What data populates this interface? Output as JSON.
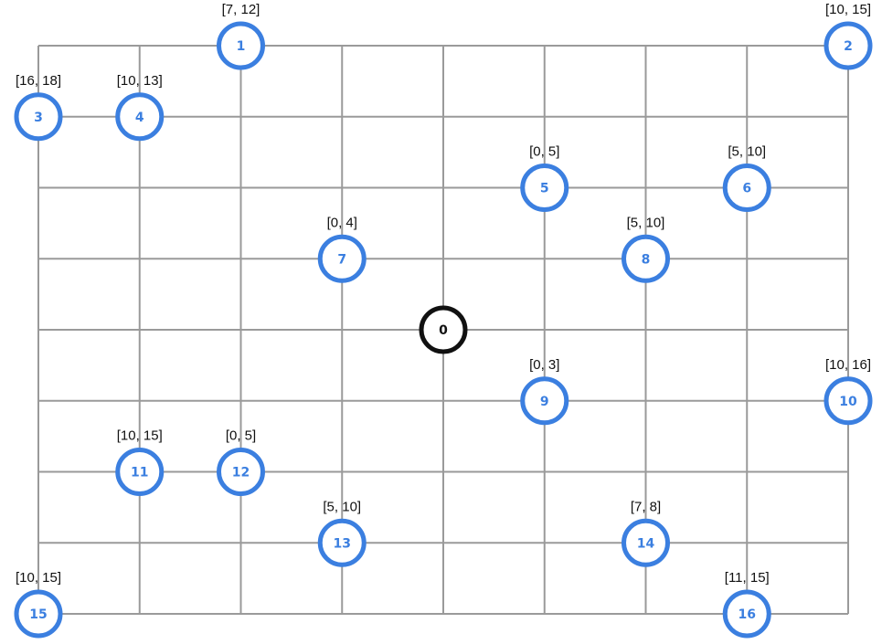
{
  "colors": {
    "customer": "#3b7fe0",
    "depot": "#111111",
    "grid": "#9a9a9a"
  },
  "grid": {
    "cols": 9,
    "rows": 9
  },
  "nodes": [
    {
      "id": "0",
      "col": 4,
      "row": 4,
      "window": "",
      "depot": true
    },
    {
      "id": "1",
      "col": 2,
      "row": 0,
      "window": "[7, 12]"
    },
    {
      "id": "2",
      "col": 8,
      "row": 0,
      "window": "[10, 15]"
    },
    {
      "id": "3",
      "col": 0,
      "row": 1,
      "window": "[16, 18]"
    },
    {
      "id": "4",
      "col": 1,
      "row": 1,
      "window": "[10, 13]"
    },
    {
      "id": "5",
      "col": 5,
      "row": 2,
      "window": "[0, 5]"
    },
    {
      "id": "6",
      "col": 7,
      "row": 2,
      "window": "[5, 10]"
    },
    {
      "id": "7",
      "col": 3,
      "row": 3,
      "window": "[0, 4]"
    },
    {
      "id": "8",
      "col": 6,
      "row": 3,
      "window": "[5, 10]"
    },
    {
      "id": "9",
      "col": 5,
      "row": 5,
      "window": "[0, 3]"
    },
    {
      "id": "10",
      "col": 8,
      "row": 5,
      "window": "[10, 16]"
    },
    {
      "id": "11",
      "col": 1,
      "row": 6,
      "window": "[10, 15]"
    },
    {
      "id": "12",
      "col": 2,
      "row": 6,
      "window": "[0, 5]"
    },
    {
      "id": "13",
      "col": 3,
      "row": 7,
      "window": "[5, 10]"
    },
    {
      "id": "14",
      "col": 6,
      "row": 7,
      "window": "[7, 8]"
    },
    {
      "id": "15",
      "col": 0,
      "row": 8,
      "window": "[10, 15]"
    },
    {
      "id": "16",
      "col": 7,
      "row": 8,
      "window": "[11, 15]"
    }
  ]
}
